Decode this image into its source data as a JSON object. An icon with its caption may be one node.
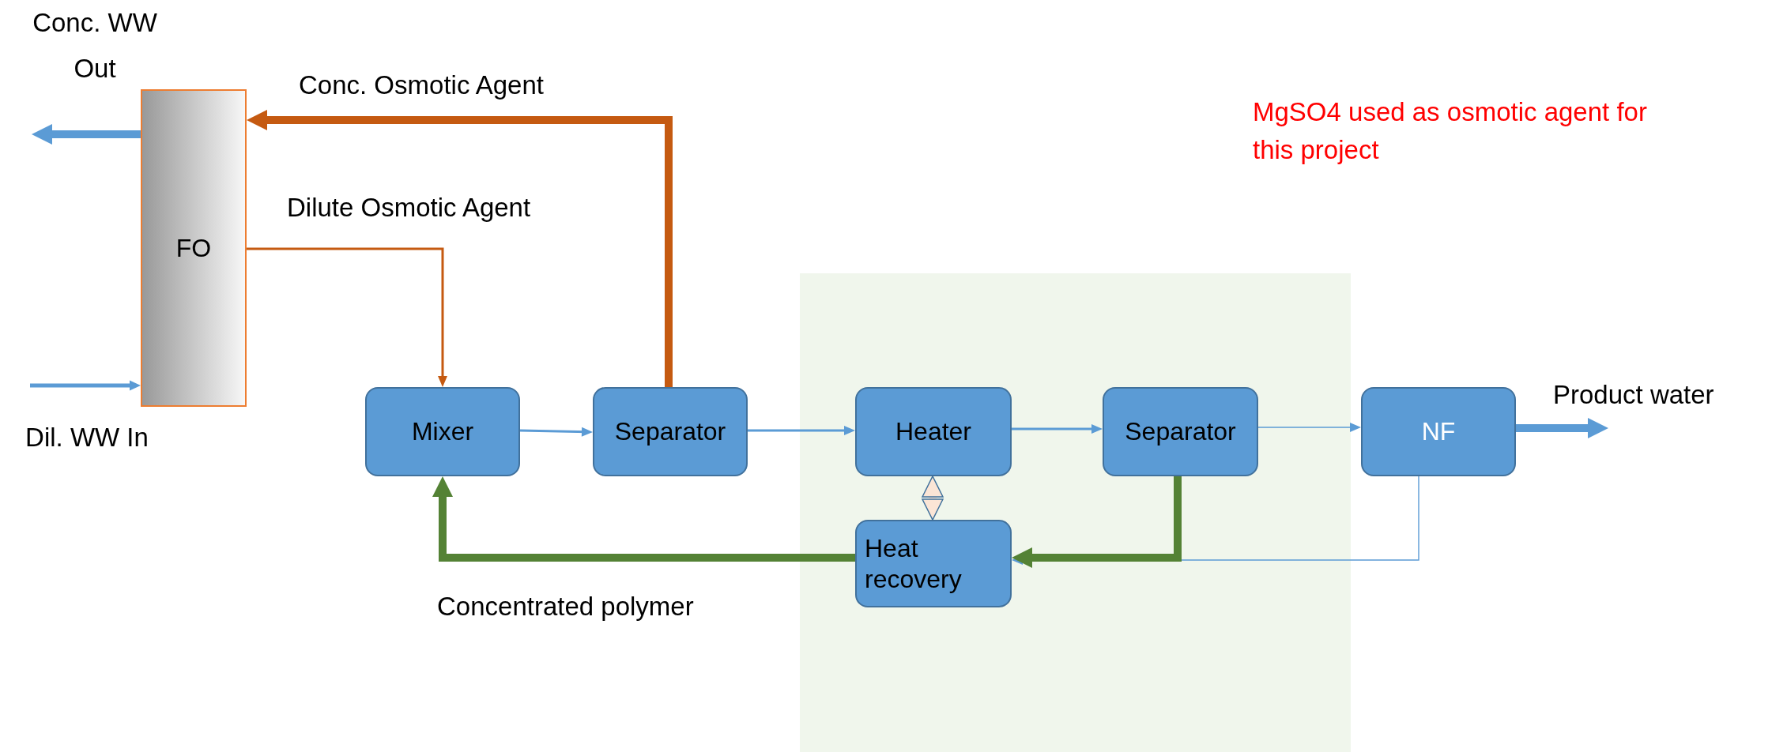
{
  "diagram": {
    "nodes": [
      {
        "text": [
          "FO"
        ]
      },
      {
        "text": [
          "Mixer"
        ]
      },
      {
        "text": [
          "Separator"
        ]
      },
      {
        "text": [],
        "shape": "box"
      },
      {
        "text": [
          "Heater"
        ],
        "in": 3
      },
      {
        "text": [
          "Separator"
        ],
        "in": 3
      },
      {
        "text": [
          "Heat recovery"
        ],
        "in": 3
      },
      {
        "text": [
          "NF"
        ]
      }
    ],
    "edges": [
      {
        "from": null,
        "to": 0,
        "arrow": "to",
        "label": "Dil. WW In"
      },
      {
        "from": 0,
        "to": null,
        "arrow": "to",
        "label": "Conc. WW Out",
        "style": "thick"
      },
      {
        "from": 2,
        "to": 0,
        "arrow": "to",
        "label": "Conc. Osmotic Agent",
        "style": "thick",
        "color": "#c55a11"
      },
      {
        "from": 0,
        "to": 1,
        "arrow": "to",
        "label": "Dilute Osmotic Agent",
        "color": "#c55a11"
      },
      {
        "from": 1,
        "to": 2,
        "arrow": "to"
      },
      {
        "from": 2,
        "to": 4,
        "arrow": "to"
      },
      {
        "from": 4,
        "to": 5,
        "arrow": "to"
      },
      {
        "from": 5,
        "to": 7,
        "arrow": "to"
      },
      {
        "from": 7,
        "to": null,
        "arrow": "to",
        "label": "Product water",
        "style": "thick"
      },
      {
        "from": 4,
        "to": 6,
        "arrow": "both",
        "style": "thick",
        "color": "#fbe5d6"
      },
      {
        "from": 5,
        "to": 6,
        "arrow": "to",
        "style": "thick",
        "color": "#548235"
      },
      {
        "from": 6,
        "to": 1,
        "arrow": "to",
        "label": "Concentrated polymer",
        "style": "thick",
        "color": "#548235"
      },
      {
        "from": 7,
        "to": 6,
        "arrow": "to"
      }
    ],
    "labels": [
      "MgSO4 used as osmotic agent for this project"
    ]
  }
}
